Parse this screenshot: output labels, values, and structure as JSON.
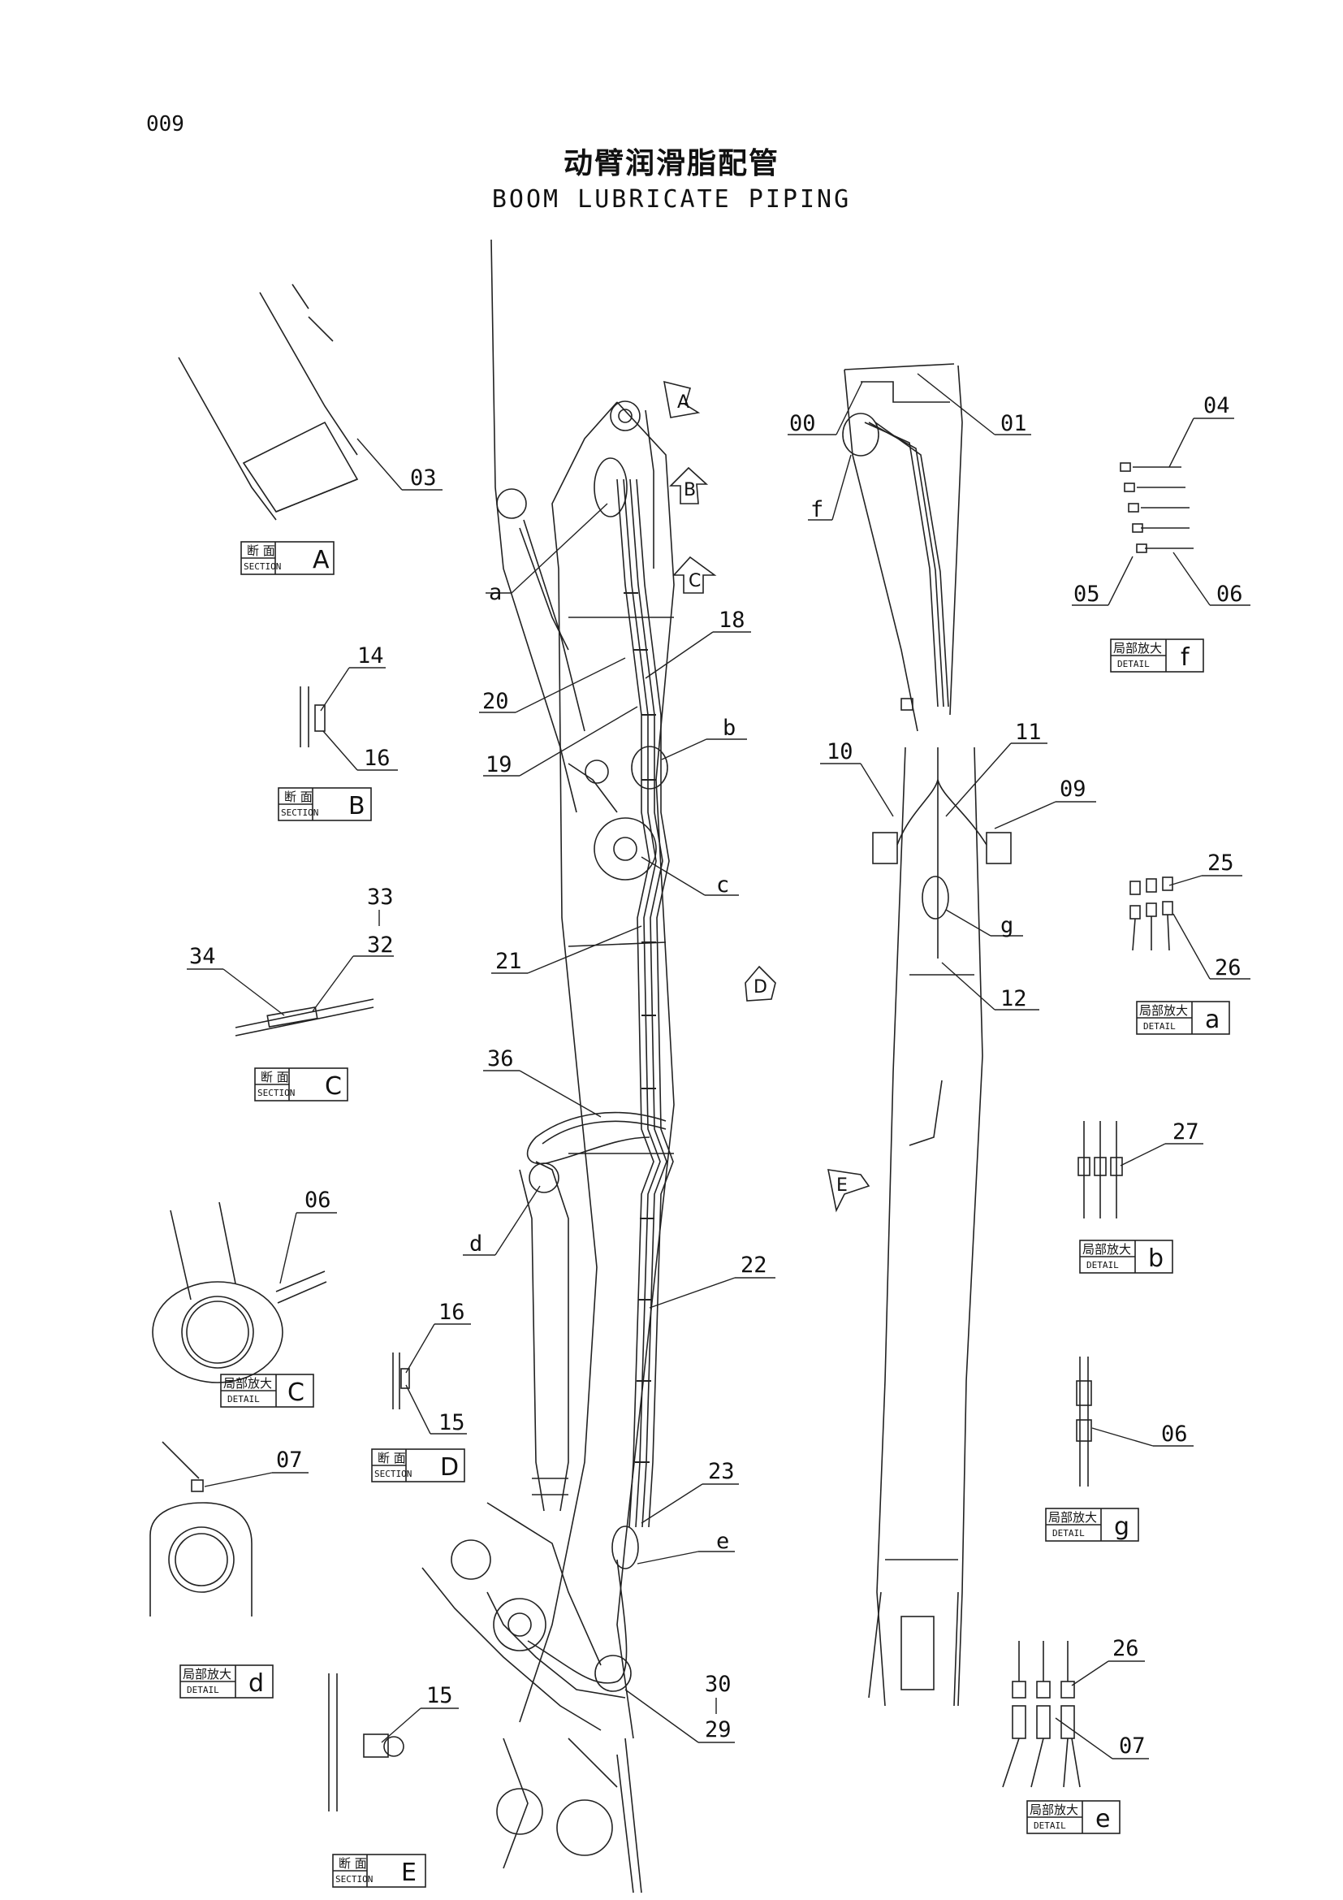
{
  "page_number": "009",
  "title_cn": "动臂润滑脂配管",
  "title_en": "BOOM LUBRICATE PIPING",
  "view_arrows": [
    "A",
    "B",
    "C",
    "D",
    "E"
  ],
  "label_boxes": {
    "section_cn": "断 面",
    "section_en": "SECTION",
    "detail_cn": "局部放大",
    "detail_en": "DETAIL",
    "section_A": "A",
    "section_B": "B",
    "section_C": "C",
    "section_D": "D",
    "section_E": "E",
    "detail_a": "a",
    "detail_b": "b",
    "detail_c": "C",
    "detail_d": "d",
    "detail_e": "e",
    "detail_f": "f",
    "detail_g": "g"
  },
  "callouts": [
    "00",
    "01",
    "03",
    "04",
    "05",
    "06",
    "06",
    "06",
    "07",
    "07",
    "09",
    "10",
    "11",
    "12",
    "14",
    "15",
    "15",
    "16",
    "16",
    "18",
    "19",
    "20",
    "21",
    "22",
    "23",
    "25",
    "26",
    "26",
    "27",
    "29",
    "30",
    "32",
    "33",
    "34",
    "36",
    "a",
    "b",
    "c",
    "d",
    "e",
    "f",
    "g"
  ]
}
